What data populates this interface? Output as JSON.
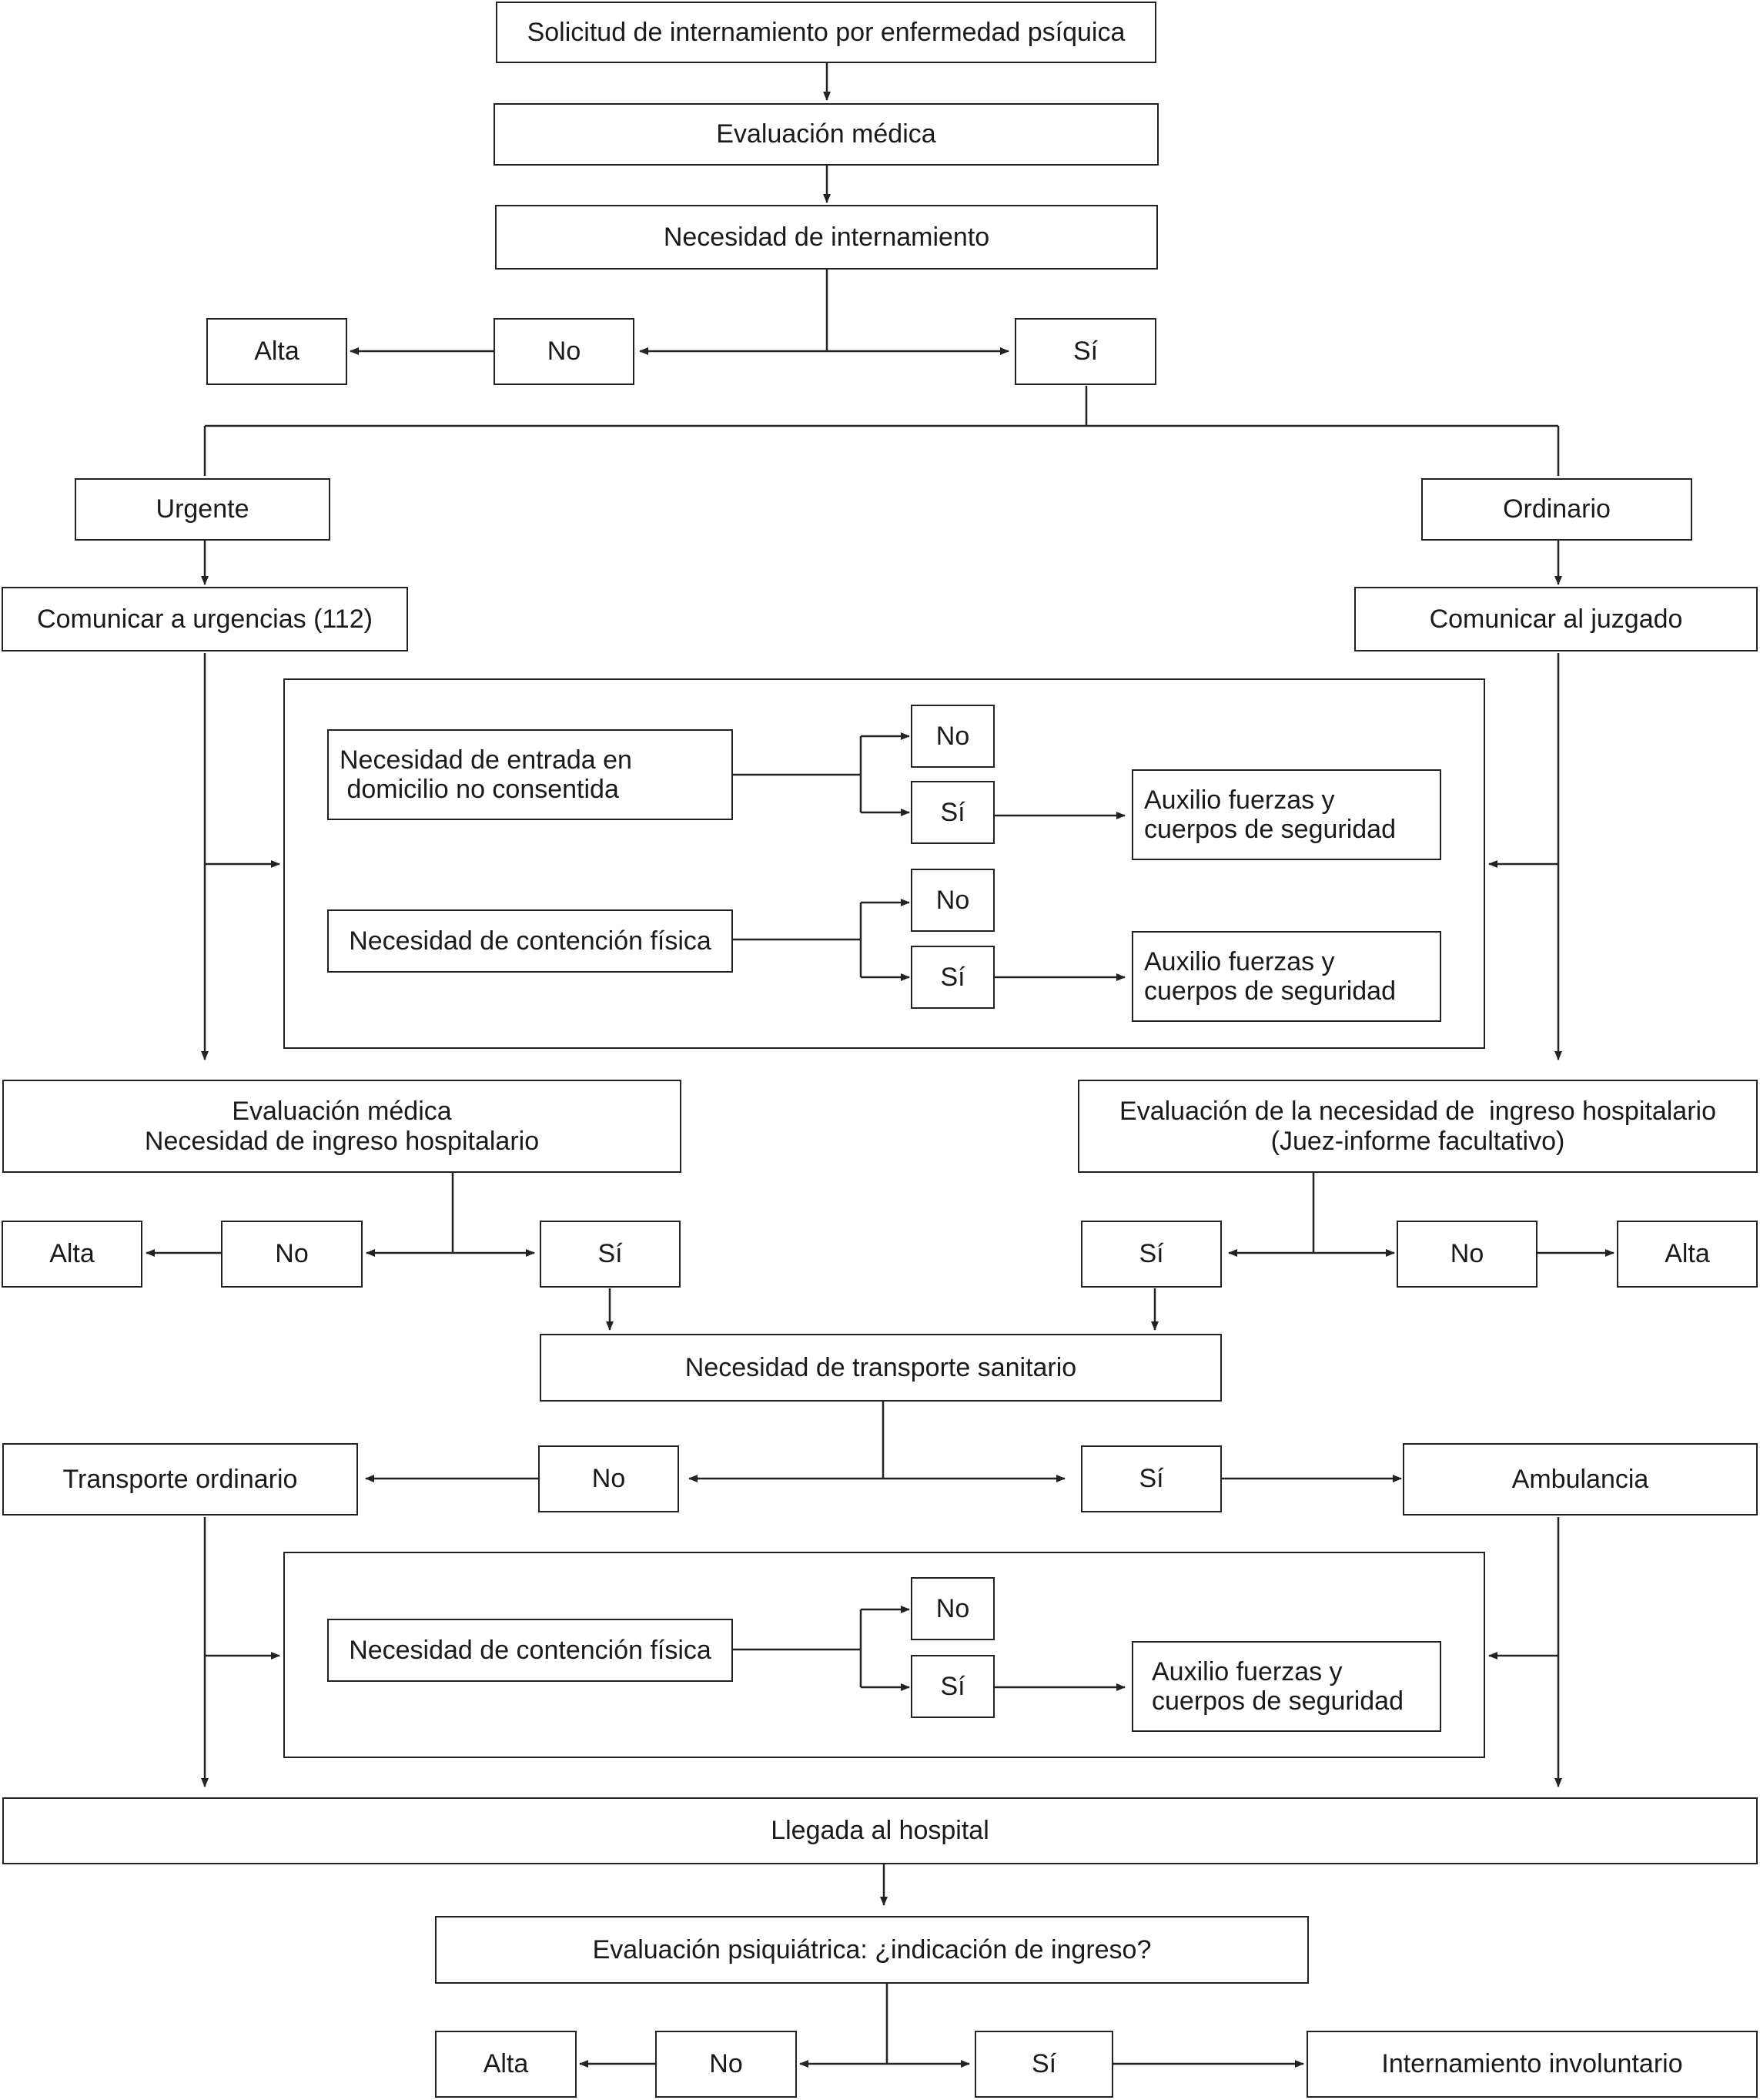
{
  "nodes": {
    "solicitud": "Solicitud de internamiento por enfermedad psíquica",
    "eval_medica_top": "Evaluación médica",
    "necesidad_internamiento": "Necesidad de internamiento",
    "alta_top": "Alta",
    "no_top": "No",
    "si_top": "Sí",
    "urgente": "Urgente",
    "ordinario": "Ordinario",
    "comunicar_urgencias": "Comunicar a urgencias (112)",
    "comunicar_juzgado": "Comunicar al juzgado",
    "entrada_domicilio_l1": "Necesidad de entrada en",
    "entrada_domicilio_l2": " domicilio no consentida",
    "no_entrada": "No",
    "si_entrada": "Sí",
    "auxilio1_l1": "Auxilio fuerzas y",
    "auxilio1_l2": "cuerpos de seguridad",
    "contencion1": "Necesidad de contención física",
    "no_contencion1": "No",
    "si_contencion1": "Sí",
    "auxilio2_l1": "Auxilio fuerzas y",
    "auxilio2_l2": "cuerpos de seguridad",
    "eval_ingreso_left_l1": "Evaluación médica",
    "eval_ingreso_left_l2": "Necesidad de ingreso hospitalario",
    "eval_ingreso_right_l1": "Evaluación de la necesidad de  ingreso hospitalario",
    "eval_ingreso_right_l2": "(Juez-informe facultativo)",
    "alta_left": "Alta",
    "no_left": "No",
    "si_left": "Sí",
    "si_right": "Sí",
    "no_right": "No",
    "alta_right": "Alta",
    "transporte_sanitario": "Necesidad de transporte sanitario",
    "transporte_ordinario": "Transporte ordinario",
    "no_transporte": "No",
    "si_transporte": "Sí",
    "ambulancia": "Ambulancia",
    "contencion2": "Necesidad de contención física",
    "no_contencion2": "No",
    "si_contencion2": "Sí",
    "auxilio3_l1": "Auxilio fuerzas y",
    "auxilio3_l2": "cuerpos de seguridad",
    "llegada": "Llegada al hospital",
    "eval_psiquiatrica": "Evaluación psiquiátrica: ¿indicación de ingreso?",
    "alta_bottom": "Alta",
    "no_bottom": "No",
    "si_bottom": "Sí",
    "internamiento_involuntario": "Internamiento involuntario"
  },
  "style": {
    "line_color": "#222222",
    "box_border": "#222222",
    "background": "#ffffff"
  }
}
